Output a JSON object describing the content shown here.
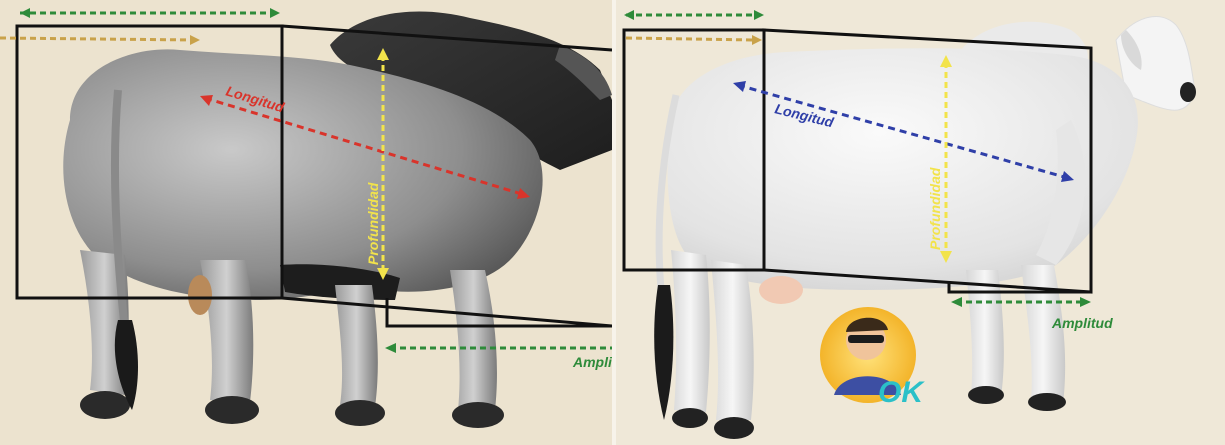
{
  "left_panel": {
    "labels": {
      "length": "Longitud",
      "depth": "Profundidad",
      "width": "Amplitud"
    },
    "colors": {
      "length_arrow": "#d9342b",
      "depth_arrow": "#f2e34b",
      "width_arrow": "#2e8b3a",
      "top_arrow": "#c9a24a",
      "background": "#ece3cf"
    }
  },
  "right_panel": {
    "labels": {
      "length": "Longitud",
      "depth": "Profundidad",
      "width": "Amplitud"
    },
    "colors": {
      "length_arrow": "#2f3fa8",
      "depth_arrow": "#f2e34b",
      "width_arrow": "#2e8b3a",
      "top_arrow": "#c9a24a",
      "background": "#efe8d8"
    },
    "badge_text": "OK"
  }
}
